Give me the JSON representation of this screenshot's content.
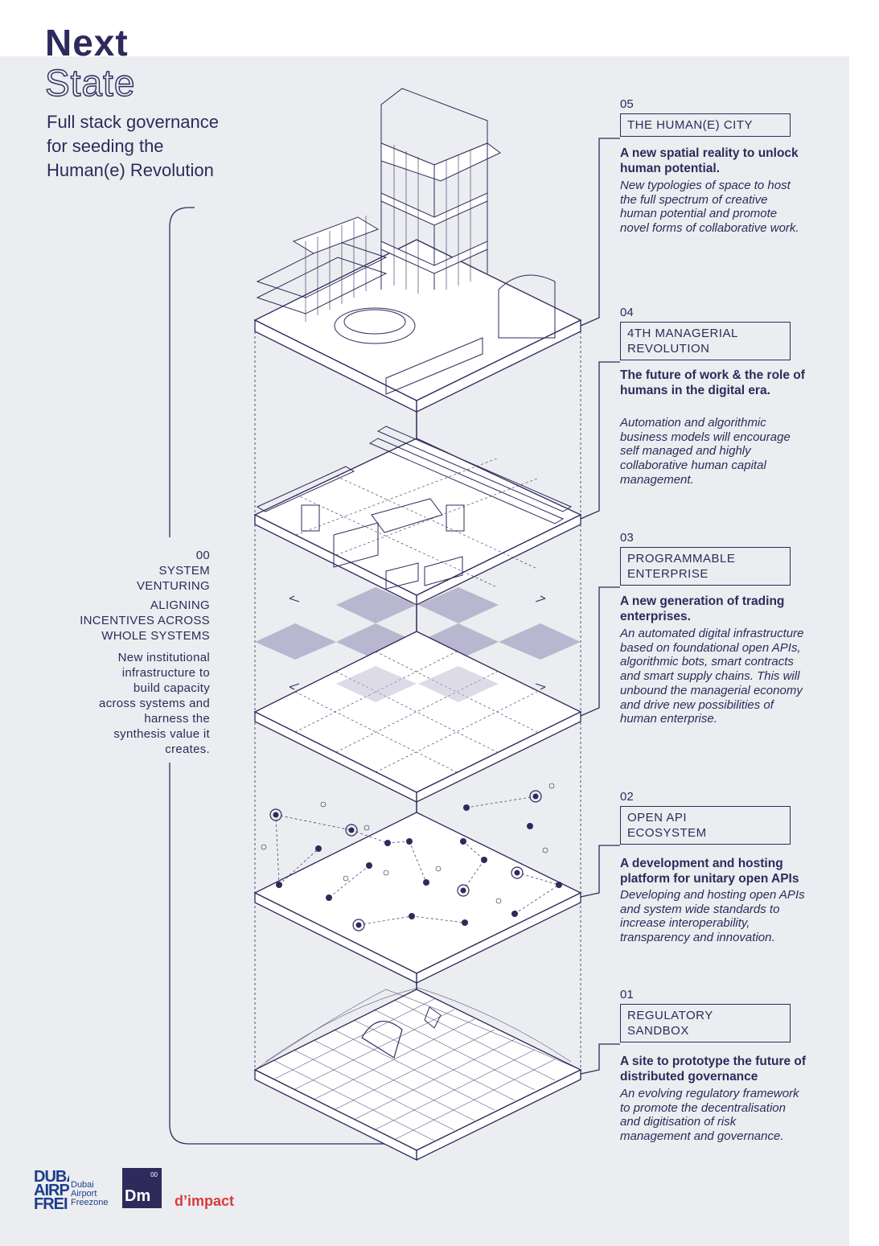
{
  "title": {
    "line1": "Next",
    "line2": "State"
  },
  "subtitle": [
    "Full stack governance",
    "for seeding the",
    "Human(e) Revolution"
  ],
  "left": {
    "number": "00",
    "title": [
      "SYSTEM",
      "VENTURING"
    ],
    "subtitle": [
      "ALIGNING",
      "INCENTIVES ACROSS",
      "WHOLE SYSTEMS"
    ],
    "body": [
      "New institutional",
      "infrastructure to",
      "build capacity",
      "across systems and",
      "harness the",
      "synthesis value it",
      "creates."
    ]
  },
  "layers": [
    {
      "number": "05",
      "label": [
        "THE HUMAN(E) CITY"
      ],
      "heading": "A new spatial reality to unlock human potential.",
      "body": "New typologies of space to host the full spectrum of creative human potential and promote novel forms of collaborative work."
    },
    {
      "number": "04",
      "label": [
        "4TH MANAGERIAL",
        "REVOLUTION"
      ],
      "heading": "The future of work & the role of humans in the digital era.",
      "body": "Automation and algorithmic business models will encourage self managed and highly collaborative human capital management."
    },
    {
      "number": "03",
      "label": [
        "PROGRAMMABLE",
        "ENTERPRISE"
      ],
      "heading": "A new generation of trading enterprises.",
      "body": "An automated digital infrastructure based on foundational open APIs, algorithmic bots, smart contracts and smart supply chains. This will unbound the managerial economy and drive new possibilities of human enterprise."
    },
    {
      "number": "02",
      "label": [
        "OPEN API",
        "ECOSYSTEM"
      ],
      "heading": "A development and hosting platform for unitary open APIs",
      "body": "Developing and hosting open APIs and system wide standards to increase interoperability, transparency and innovation."
    },
    {
      "number": "01",
      "label": [
        "REGULATORY",
        "SANDBOX"
      ],
      "heading": "A site to prototype the future of distributed governance",
      "body": "An evolving regulatory framework to promote the decentralisation and digitisation of risk management and governance."
    }
  ],
  "logos": {
    "dafz_mark": [
      "DUBAI",
      "AIRPO",
      "FREI"
    ],
    "dafz_text": [
      "Dubai",
      "Airport",
      "Freezone"
    ],
    "dm_number": "00",
    "dm_text": "Dm",
    "dimpact": "d’impact"
  },
  "colors": {
    "ink": "#2e2a5c",
    "panel": "#ecedf0",
    "tile": "#b9b7cf",
    "brand_blue": "#1c3d8c",
    "brand_red": "#d93a3a"
  }
}
